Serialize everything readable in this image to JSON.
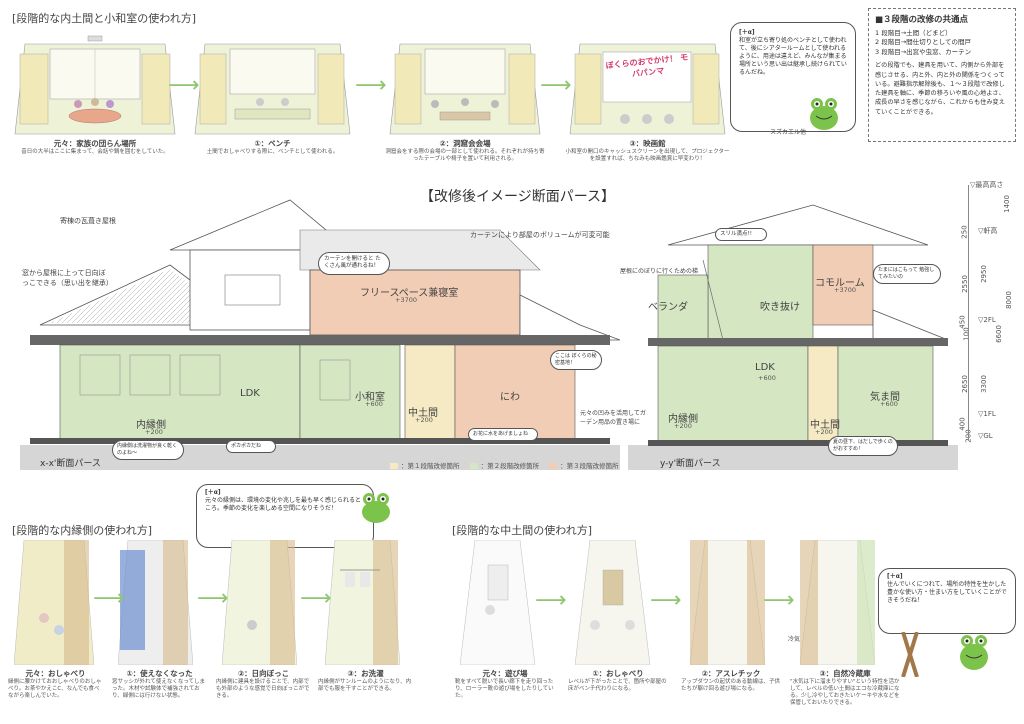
{
  "colors": {
    "stage1": "#f6eac4",
    "stage2": "#d5e6c2",
    "stage3": "#f2cdb5",
    "accent": "#8fc66e",
    "frog": "#7cc34b"
  },
  "top": {
    "title": "[段階的な内土間と小和室の使われ方]",
    "steps": [
      {
        "title": "元々：家族の団らん場所",
        "text": "昔日の大半はここに集まって、会話や鍋を囲むをしていた。"
      },
      {
        "title": "①：ベンチ",
        "text": "土間でおしゃべりする際に、ベンチとして使われる。"
      },
      {
        "title": "②：洞窟会会場",
        "text": "洞窟会をする際の会場の一部として使われる。それぞれが持ち寄ったテーブルや椅子を置いて利用される。"
      },
      {
        "title": "③：映画館",
        "text": "小和室の開口のキャッシュスクリーンを出現して、プロジェクターを設置すれば、ちなみも映画鑑賞に早変わり！"
      }
    ],
    "bubble": {
      "tag": "[＋α]",
      "text": "和室が立ち寄り処のベンチとして使われて、後にシアタールームとして使われるように、用途は違えど、みんなが集まる場所という思い出は継承し続けられているんだね。",
      "frog": "スズカエル他"
    },
    "screen_text": "ぼくらのおでかけ！ モバパンマ"
  },
  "common": {
    "title": "■３段階の改修の共通点",
    "items": [
      "1 段階目→土間（どまど）",
      "2 段階目→間仕切りとしての間戸",
      "3 段階目→出窓や虫窓、カーテン"
    ],
    "text": "どの段階でも、建具を用いて、内側から外部を感じさせる、内と外、内と外の関係をつくっている。避難指示解除後も、１～３段階で改修した建具を軸に、季節の移ろいや風の心地よさ、成長の早さを感じながら、これからも住み変えていくことができる。"
  },
  "center": {
    "title": "【改修後イメージ断面パース】",
    "xx_label": "x-x'断面パース",
    "yy_label": "y-y'断面パース",
    "legend": [
      "：第１段階改修箇所",
      "：第２段階改修箇所",
      "：第３段階改修箇所"
    ],
    "notes": {
      "roof": "寄棟の瓦葺き屋根",
      "window": "窓から屋根に上って日向ぼっこできる（思い出を継承）",
      "curtain": "カーテンにより部屋のボリュームが可変可能",
      "curtain_bubble": "カーテンを開けると たくさん風が通れるね！",
      "garden": "元々の凹みを活用してガーデン用品の置き場に",
      "kids_bubble": "ここは ぼくらの秘密基地！",
      "flower_bubble": "お花に水をあげましょね",
      "engawa_bubble": "内縁側は洗濯物が良く乾くのよね～",
      "pokapoka": "ポカポカだね",
      "yy_roof": "屋根にのぼりに行くための梯",
      "yy_bubble1": "スリル満点!!",
      "yy_bubble2": "たまにはこもって 勉強してみたいの",
      "yy_bubble3": "夏の昼下、はだしで歩くのがおすすめ！"
    },
    "rooms_xx": [
      {
        "name": "フリースペース兼寝室",
        "level": "+3700"
      },
      {
        "name": "LDK",
        "level": ""
      },
      {
        "name": "内縁側",
        "level": "+200"
      },
      {
        "name": "小和室",
        "level": "+600"
      },
      {
        "name": "中土間",
        "level": "+200"
      },
      {
        "name": "にわ",
        "level": ""
      }
    ],
    "rooms_yy": [
      {
        "name": "ベランダ",
        "level": ""
      },
      {
        "name": "吹き抜け",
        "level": ""
      },
      {
        "name": "コモルーム",
        "level": "+3700"
      },
      {
        "name": "LDK",
        "level": "+600"
      },
      {
        "name": "内縁側",
        "level": "+200"
      },
      {
        "name": "気ま間",
        "level": "+600"
      },
      {
        "name": "中土間",
        "level": "+200"
      }
    ],
    "dims": {
      "labels": [
        "▽最高高さ",
        "▽軒高",
        "▽2FL",
        "▽1FL",
        "▽GL"
      ],
      "values": [
        "1400",
        "250",
        "2550",
        "2950",
        "3300",
        "8000",
        "6600",
        "450",
        "100",
        "2650",
        "400",
        "200"
      ]
    }
  },
  "engawa": {
    "title": "[段階的な内縁側の使われ方]",
    "bubble": {
      "tag": "[＋α]",
      "text": "元々の縁側は、環境の変化や兆しを最も早く感じられるところ。季節の変化を楽しめる空間になりそうだ！"
    },
    "steps": [
      {
        "title": "元々：おしゃべり",
        "text": "縁側に腰かけておおしゃべりのおしゃべり。お茶やかえこC、なんでも食べながら楽しんでいた。"
      },
      {
        "title": "①：使えなくなった",
        "text": "窓サッシが外れて使えなくなってしまった。木材や試験体で補強されており、緑側には行けない状態。"
      },
      {
        "title": "②：日向ぼっこ",
        "text": "内縁側に建具を設けることで、内部でも外部のような感覚で日向ぼっこができる。"
      },
      {
        "title": "③：お洗濯",
        "text": "内縁側がサンルームのようになり、内部でも服を干すことができる。"
      }
    ]
  },
  "doma": {
    "title": "[段階的な中土間の使われ方]",
    "bubble": {
      "tag": "[＋α]",
      "text": "住んでいくにつれて、場所の特性を生かした豊かな使い方・住まい方をしていくことができそうだね！"
    },
    "steps": [
      {
        "title": "元々：遊び場",
        "text": "靴をすべて脱いで長い廊下を走り回ったり、ローラー靴の遊び場をしたりしていた。"
      },
      {
        "title": "①：おしゃべり",
        "text": "レベルが下がったことで、箇所や部屋の床がベンチ代わりになる。"
      },
      {
        "title": "②：アスレチック",
        "text": "アップダウンの起伏のある動線は、子供たちが駆け回る遊び場になる。"
      },
      {
        "title": "③：自然冷蔵庫",
        "text": "\"水気は下に溜まりやすい\"という特性を活かして、レベルの低い土間はエコな冷蔵庫になる。少し冷やしておきたいケーキや水などを保管しておいたりできる。"
      }
    ],
    "label_reizoko": "冷気"
  }
}
